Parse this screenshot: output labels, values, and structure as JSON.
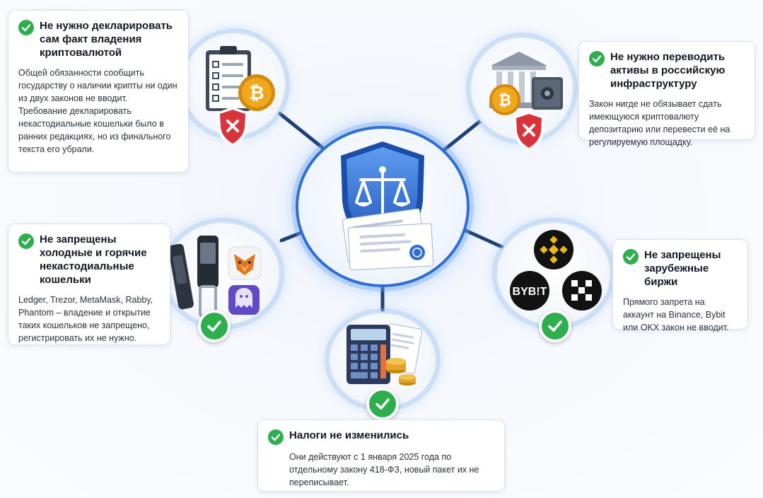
{
  "cards": {
    "declare": {
      "title": "Не нужно декларировать сам факт владения криптовалютой",
      "body": "Общей обязанности сообщить государству о наличии крипты ни один из двух законов не вводит. Требование декларировать некастодиальные кошельки было в ранних редакциях, но из финального текста его убрали."
    },
    "transfer": {
      "title": "Не нужно переводить активы в российскую инфраструктуру",
      "body": "Закон нигде не обязывает сдать имеющуюся криптовалюту депозитарию или перевести её на регулируемую площадку."
    },
    "wallets": {
      "title": "Не запрещены холодные и горячие некастодиальные кошельки",
      "body": "Ledger, Trezor, MetaMask, Rabby, Phantom – владение и открытие таких кошельков не запрещено, регистрировать их не нужно."
    },
    "exchanges": {
      "title": "Не запрещены зарубежные биржи",
      "body": "Прямого запрета на аккаунт на Binance, Bybit или OKX закон не вводит."
    },
    "taxes": {
      "title": "Налоги не изменились",
      "body": "Они действуют с 1 января 2025 года по отдельному закону 418-ФЗ, новый пакет их не переписывает."
    }
  },
  "icons": {
    "declare": [
      "clipboard-checklist-icon",
      "bitcoin-coin-icon",
      "red-shield-x-icon"
    ],
    "transfer": [
      "bank-building-icon",
      "safe-icon",
      "bitcoin-coin-icon",
      "red-shield-x-icon"
    ],
    "wallets": [
      "hardware-wallet-icon",
      "metamask-fox-icon",
      "phantom-ghost-icon",
      "green-check-icon"
    ],
    "exchanges": [
      "binance-logo-icon",
      "bybit-logo-icon",
      "okx-logo-icon",
      "green-check-icon"
    ],
    "taxes": [
      "calculator-icon",
      "tax-document-icon",
      "coin-stack-icon",
      "green-check-icon"
    ],
    "hub": [
      "shield-scales-icon",
      "legal-documents-icon"
    ]
  },
  "logos": {
    "bybit": "BYB!T"
  },
  "colors": {
    "accent_blue": "#2f6fd3",
    "check_green": "#2fae4e",
    "deny_red": "#d8343c",
    "bitcoin_gold": "#f2a81d"
  }
}
